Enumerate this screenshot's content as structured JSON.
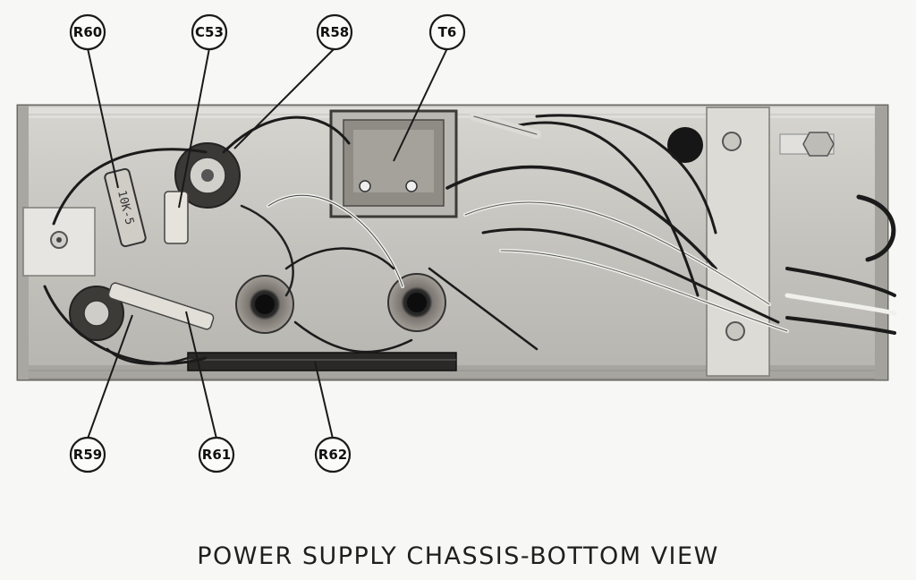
{
  "caption": "POWER SUPPLY CHASSIS-BOTTOM VIEW",
  "callouts": {
    "r60": "R60",
    "c53": "C53",
    "r58": "R58",
    "t6": "T6",
    "r59": "R59",
    "r61": "R61",
    "r62": "R62"
  },
  "photo": {
    "subject": "power-supply-chassis-bottom",
    "resistor_marking": "10K-5"
  },
  "colors": {
    "background": "#f7f7f5",
    "ink": "#1a1a1a",
    "chassis": "#c9c8c3"
  }
}
